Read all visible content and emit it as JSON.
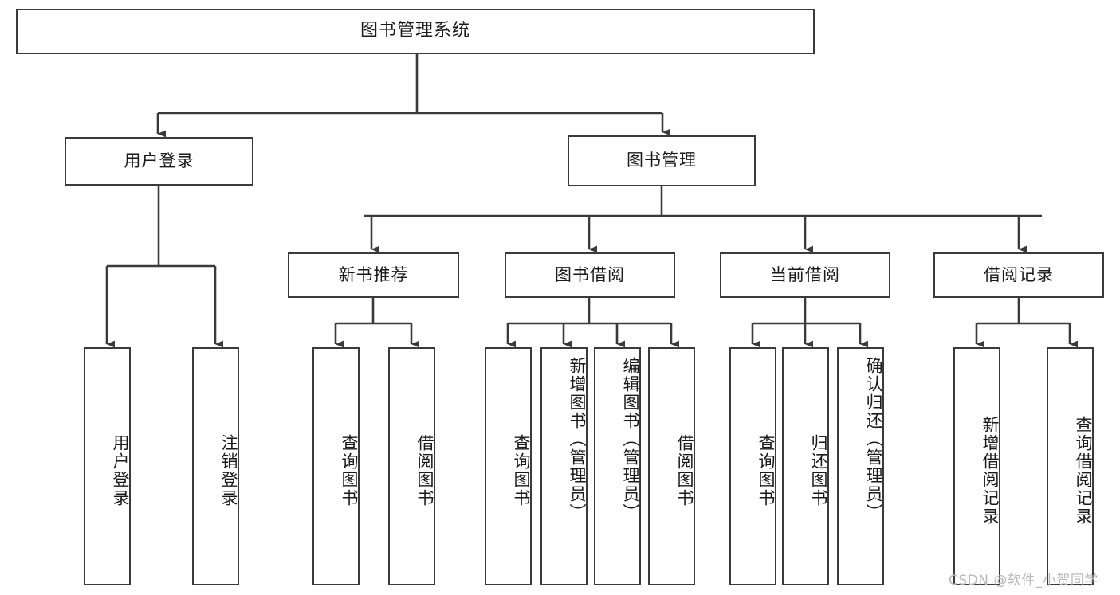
{
  "diagram": {
    "title": "图书管理系统",
    "type": "hierarchy-tree",
    "watermark": "CSDN @软件_小贺同学",
    "colors": {
      "box_border": "#3a3a3a",
      "box_fill": "#ffffff",
      "line": "#3a3a3a",
      "text": "#1a1a1a",
      "watermark": "#b9b9b9"
    },
    "root": {
      "label": "图书管理系统"
    },
    "level2": [
      {
        "label": "用户登录"
      },
      {
        "label": "图书管理"
      }
    ],
    "level3": [
      {
        "label": "新书推荐"
      },
      {
        "label": "图书借阅"
      },
      {
        "label": "当前借阅"
      },
      {
        "label": "借阅记录"
      }
    ],
    "leaves": {
      "user_login": [
        {
          "label": "用户登录"
        },
        {
          "label": "注销登录"
        }
      ],
      "new_book": [
        {
          "label": "查询图书"
        },
        {
          "label": "借阅图书"
        }
      ],
      "book_borrow": [
        {
          "label": "查询图书"
        },
        {
          "label": "新增图书（管理员）"
        },
        {
          "label": "编辑图书（管理员）"
        },
        {
          "label": "借阅图书"
        }
      ],
      "current_borrow": [
        {
          "label": "查询图书"
        },
        {
          "label": "归还图书"
        },
        {
          "label": "确认归还（管理员）"
        }
      ],
      "borrow_record": [
        {
          "label": "新增借阅记录"
        },
        {
          "label": "查询借阅记录"
        }
      ]
    }
  }
}
